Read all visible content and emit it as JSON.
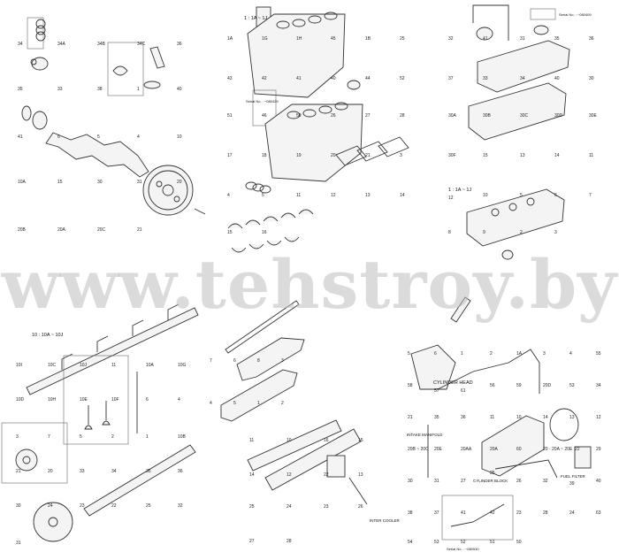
{
  "diagram": {
    "watermark": "www.tehstroy.by",
    "groups": {
      "crankshaft": {
        "labels": [
          "34",
          "34A",
          "34B",
          "34C",
          "36",
          "35",
          "33",
          "38",
          "1",
          "40",
          "41",
          "6",
          "5",
          "4",
          "10",
          "10A",
          "15",
          "30",
          "31",
          "20",
          "20B",
          "20A",
          "20C",
          "21"
        ]
      },
      "cylinder_block": {
        "title": "1 : 1A ~ 1J",
        "serial": "Serial No. : ~080429",
        "labels": [
          "1A",
          "1G",
          "1H",
          "45",
          "1B",
          "25",
          "43",
          "42",
          "41",
          "40",
          "44",
          "52",
          "51",
          "46",
          "50",
          "26",
          "27",
          "28",
          "17",
          "18",
          "19",
          "20",
          "21",
          "3",
          "4",
          "5",
          "11",
          "12",
          "13",
          "14",
          "15",
          "16"
        ]
      },
      "cylinder_head": {
        "title": "1 : 1A ~ 1J",
        "serial": "Serial No. : ~080409",
        "labels": [
          "32",
          "41",
          "31",
          "35",
          "36",
          "37",
          "33",
          "34",
          "40",
          "30",
          "30A",
          "30B",
          "30C",
          "30D",
          "30E",
          "30F",
          "15",
          "13",
          "14",
          "11",
          "12",
          "10",
          "5",
          "6",
          "7",
          "8",
          "9",
          "2",
          "3"
        ]
      },
      "rocker_arm": {
        "title": "10 : 10A ~ 10J",
        "labels": [
          "10I",
          "10C",
          "10J",
          "11",
          "10A",
          "10G",
          "10D",
          "10H",
          "10E",
          "10F",
          "6",
          "4",
          "3",
          "7",
          "5",
          "2",
          "1",
          "10B",
          "21",
          "20",
          "33",
          "34",
          "35",
          "36",
          "30",
          "24",
          "23",
          "22",
          "25",
          "32",
          "31"
        ]
      },
      "exhaust_manifold": {
        "labels": [
          "7",
          "6",
          "8",
          "3",
          "4",
          "5",
          "1",
          "2"
        ]
      },
      "intake_manifold": {
        "labels": [
          "11",
          "10",
          "16",
          "15",
          "14",
          "12",
          "22",
          "13",
          "25",
          "24",
          "23",
          "26",
          "27",
          "28"
        ],
        "note": "INTER COOLER"
      },
      "injection": {
        "labels": [
          "5",
          "6",
          "1",
          "2",
          "1A",
          "3",
          "4",
          "55",
          "58",
          "57",
          "61",
          "56",
          "59",
          "20D",
          "53",
          "34",
          "21",
          "35",
          "36",
          "11",
          "10",
          "14",
          "13",
          "12",
          "20B ~ 20C",
          "20E",
          "20AA",
          "20A",
          "60",
          "20 · 20A ~ 20E",
          "22",
          "29",
          "30",
          "31",
          "27",
          "25",
          "26",
          "32",
          "39",
          "40",
          "38",
          "37",
          "41",
          "42",
          "23",
          "28",
          "24",
          "63",
          "54",
          "53",
          "52",
          "51",
          "50"
        ],
        "cylinder_head": "CYLINDER HEAD",
        "intake_manifold": "INTAKE MANIFOLD",
        "cylinder_block": "CYLINDER BLOCK",
        "fuel_filter": "FUEL FILTER",
        "serial": "Serial No. : ~080530"
      }
    }
  }
}
